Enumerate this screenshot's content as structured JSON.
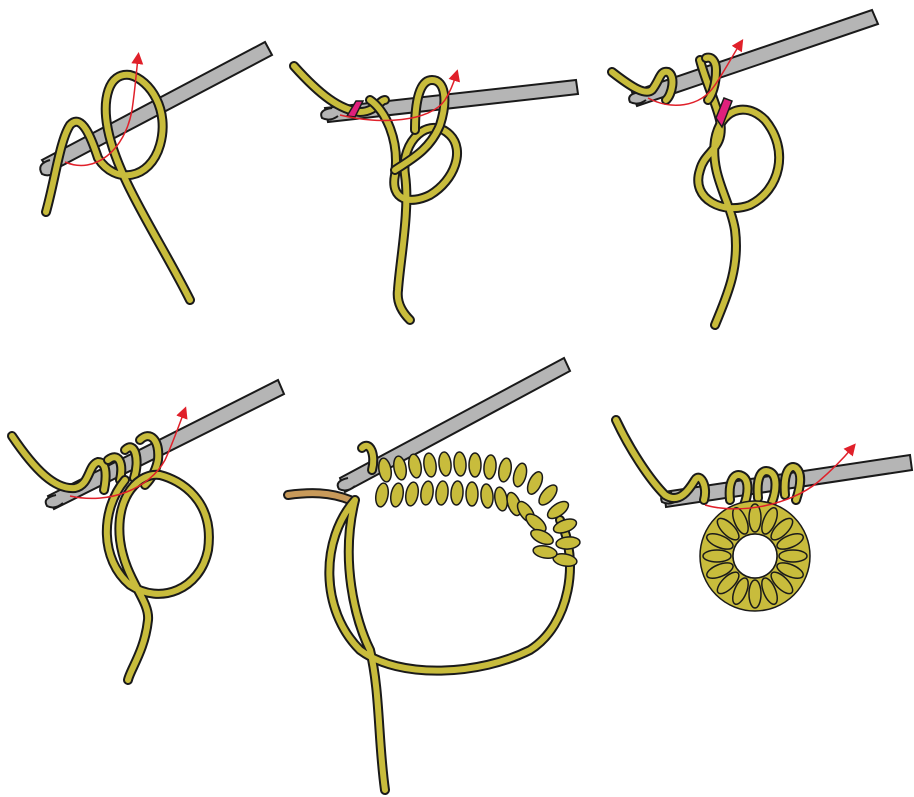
{
  "figure": {
    "panels": [
      {
        "id": "step-1",
        "description_visible_text": ""
      },
      {
        "id": "step-2",
        "description_visible_text": ""
      },
      {
        "id": "step-3",
        "description_visible_text": ""
      },
      {
        "id": "step-4",
        "description_visible_text": ""
      },
      {
        "id": "step-5",
        "description_visible_text": ""
      },
      {
        "id": "step-6",
        "description_visible_text": ""
      }
    ],
    "colors": {
      "yarn": "#c8bc3c",
      "yarn_outline": "#1a1a1a",
      "hook": "#b5b5b5",
      "hook_outline": "#1a1a1a",
      "arrow": "#e0202a",
      "highlight": "#e0207c",
      "yarn_tail": "#c89a5a"
    }
  }
}
